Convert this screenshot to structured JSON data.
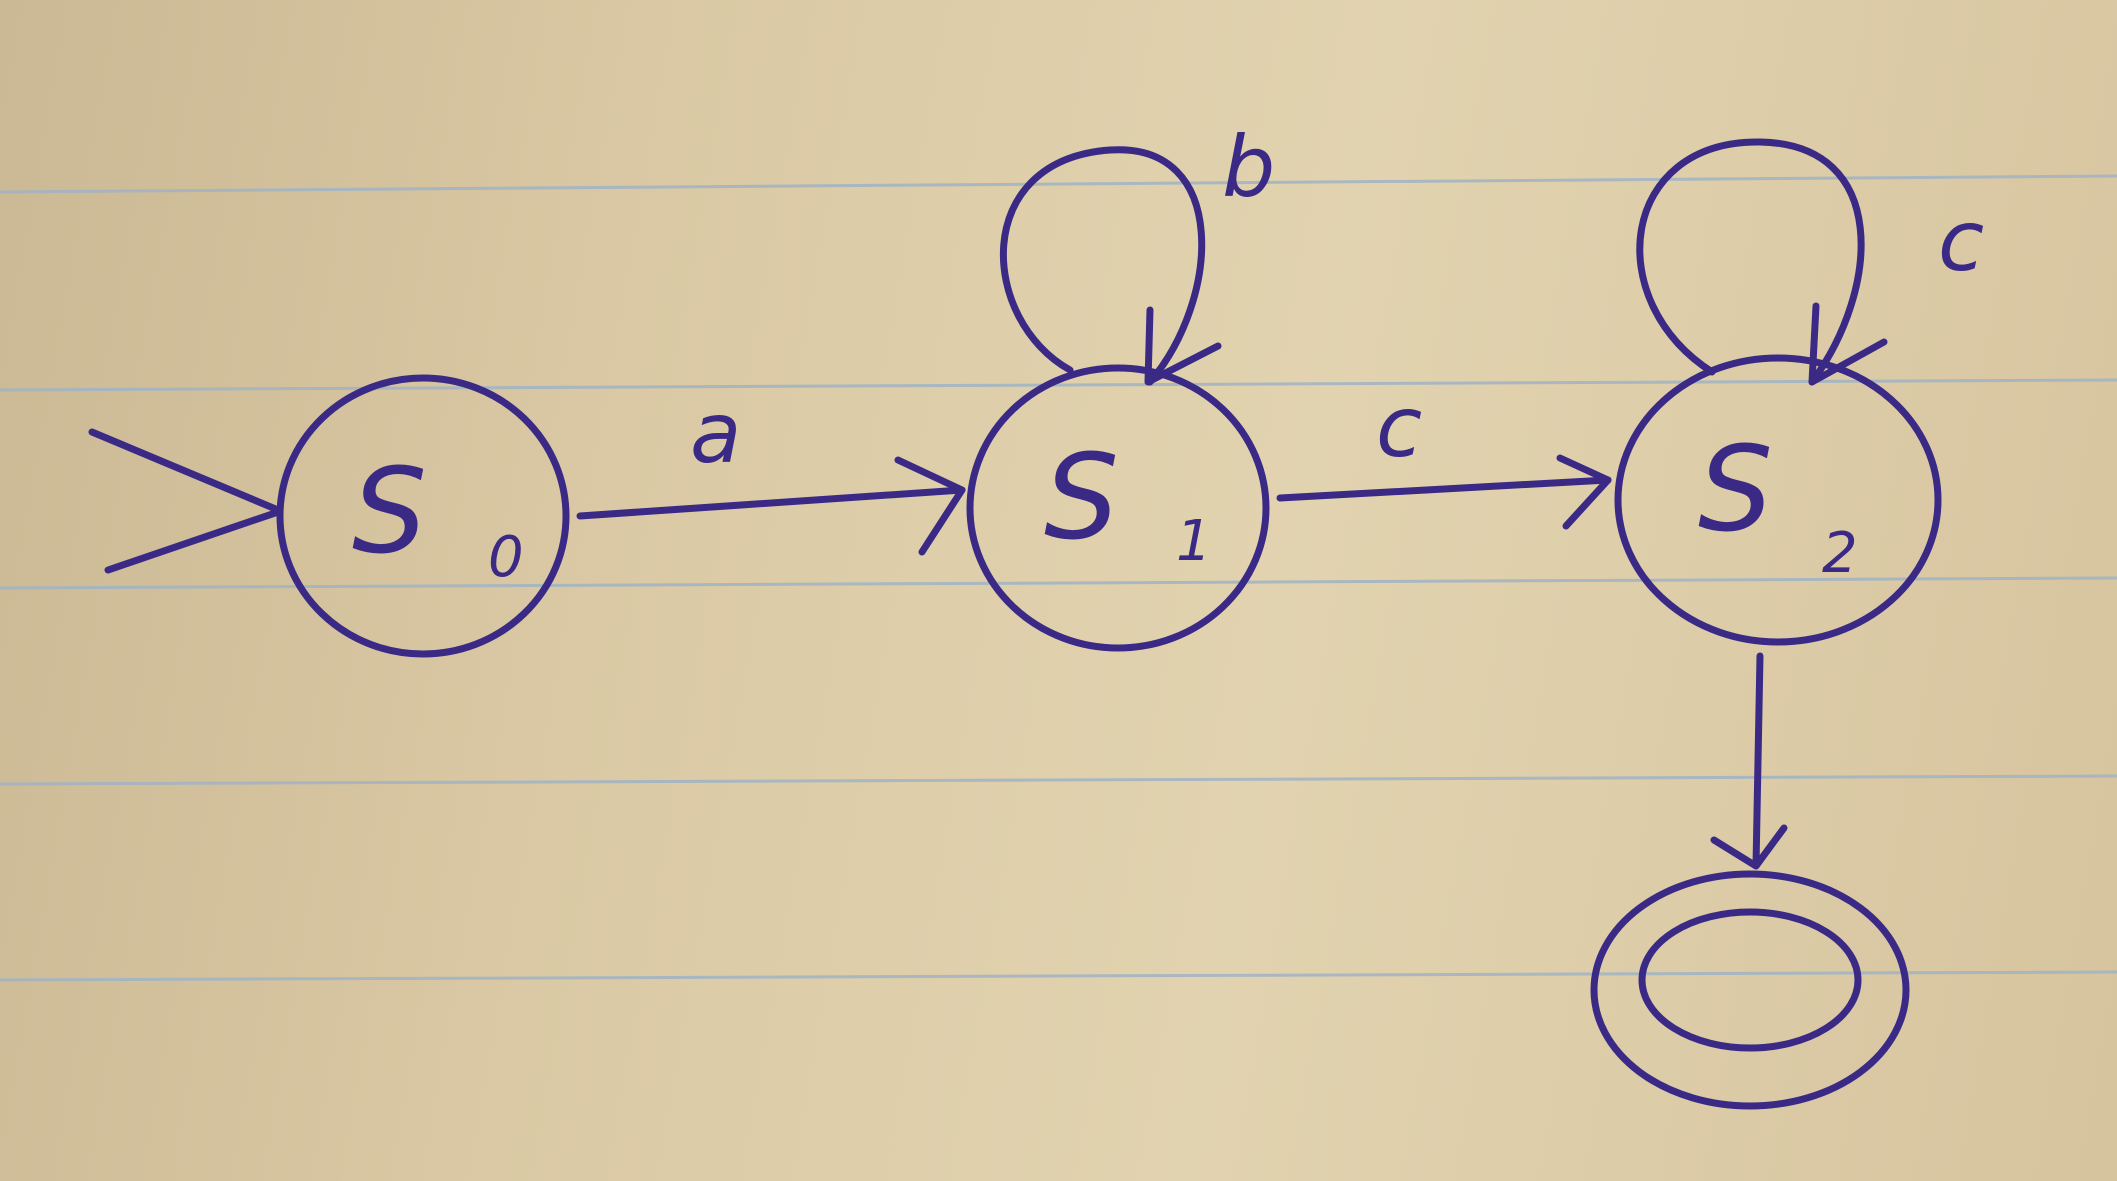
{
  "diagram": {
    "states": {
      "s0": {
        "main": "S",
        "sub": "0"
      },
      "s1": {
        "main": "S",
        "sub": "1"
      },
      "s2": {
        "main": "S",
        "sub": "2"
      },
      "accept": {
        "main": "",
        "sub": ""
      }
    },
    "transitions": [
      {
        "from": "s0",
        "to": "s1",
        "symbol": "a"
      },
      {
        "from": "s1",
        "to": "s1",
        "symbol": "b"
      },
      {
        "from": "s1",
        "to": "s2",
        "symbol": "c"
      },
      {
        "from": "s2",
        "to": "s2",
        "symbol": "c"
      },
      {
        "from": "s2",
        "to": "accept",
        "symbol": ""
      }
    ],
    "start_state": "s0",
    "accept_state": "accept",
    "colors": {
      "ink": "#3a2a86",
      "paper": "#dac9a4",
      "rule_line": "#9fb3c4"
    }
  }
}
